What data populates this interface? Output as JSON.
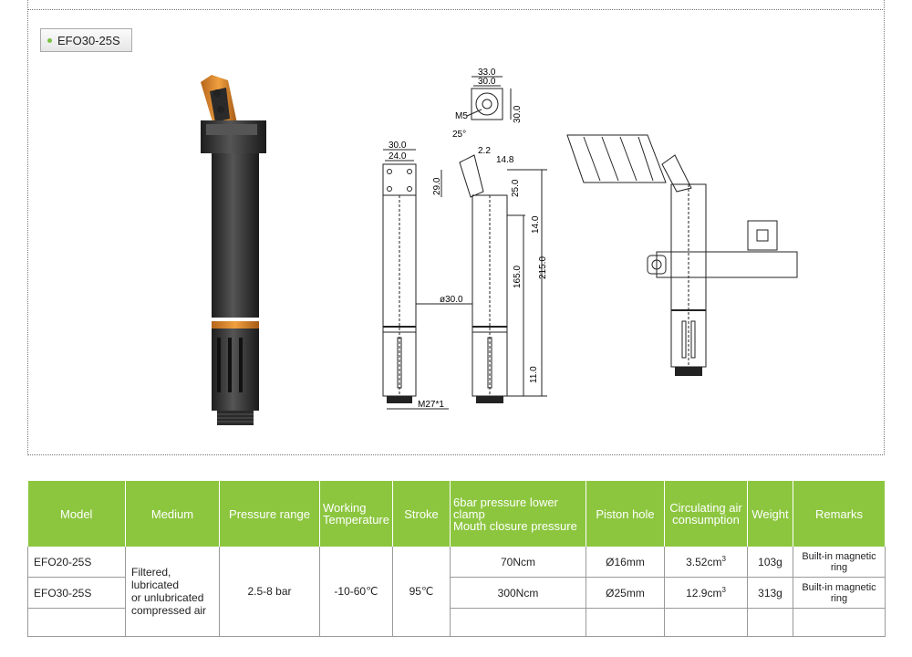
{
  "model_tab": "EFO30-25S",
  "drawing_labels": {
    "top_w_outer": "33.0",
    "top_w_inner": "30.0",
    "top_h": "30.0",
    "m5": "M5",
    "side_w_outer": "30.0",
    "side_w_inner": "24.0",
    "head_h": "29.0",
    "angle": "25°",
    "d22": "2.2",
    "d148": "14.8",
    "d250": "25.0",
    "d140": "14.0",
    "d1650": "165.0",
    "d2150": "215.0",
    "d110": "11.0",
    "dia": "ø30.0",
    "thread": "M27*1"
  },
  "table": {
    "headers": {
      "model": "Model",
      "medium": "Medium",
      "pressure_range": "Pressure range",
      "working_temperature_1": "Working",
      "working_temperature_2": "Temperature",
      "stroke": "Stroke",
      "clamp_1": "6bar pressure lower clamp",
      "clamp_2": "Mouth closure pressure",
      "piston": "Piston hole",
      "air_1": "Circulating air",
      "air_2": "consumption",
      "weight": "Weight",
      "remarks": "Remarks"
    },
    "shared": {
      "medium_1": "Filtered, lubricated",
      "medium_2": "or unlubricated",
      "medium_3": "compressed air",
      "pressure_range": "2.5-8 bar",
      "temperature": "-10-60℃",
      "stroke": "95℃"
    },
    "rows": [
      {
        "model": "EFO20-25S",
        "clamp": "70Ncm",
        "piston": "Ø16mm",
        "air": "3.52cm",
        "air_unit": "3",
        "weight": "103g",
        "remarks": "Built-in magnetic ring"
      },
      {
        "model": "EFO30-25S",
        "clamp": "300Ncm",
        "piston": "Ø25mm",
        "air": "12.9cm",
        "air_unit": "3",
        "weight": "313g",
        "remarks": "Built-in magnetic ring"
      }
    ]
  },
  "colors": {
    "header_green": "#8cc63f",
    "accent_orange": "#e08a1e",
    "body_dark": "#3a3a3a"
  }
}
